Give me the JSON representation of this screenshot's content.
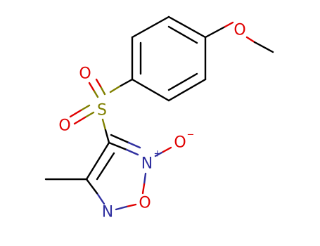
{
  "molecule": {
    "atoms": {
      "o_methoxy": "O",
      "s": "S",
      "o_sulfonyl_top": "O",
      "o_sulfonyl_bottom": "O",
      "o_noxide": "O",
      "n_oxide": "N",
      "n_ring": "N",
      "o_ring": "O",
      "plus_charge": "+",
      "minus_charge": "−"
    },
    "colors": {
      "bond": "#000000",
      "oxygen": "#e00000",
      "nitrogen": "#3030a0",
      "sulfur": "#808000"
    }
  }
}
